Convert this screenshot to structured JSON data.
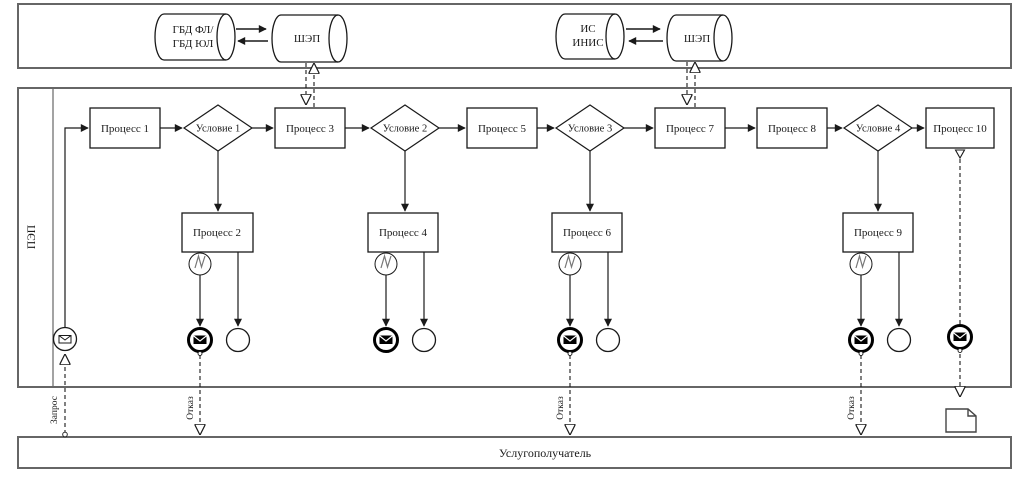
{
  "lanes": {
    "pep": {
      "label": "ПЭП"
    },
    "recipient": {
      "label": "Услугополучатель"
    }
  },
  "systems": {
    "gbd_line1": "ГБД ФЛ/",
    "gbd_line2": "ГБД ЮЛ",
    "shep_left": "ШЭП",
    "inis_line1": "ИС",
    "inis_line2": "ИНИС",
    "shep_right": "ШЭП"
  },
  "nodes": {
    "process1": "Процесс 1",
    "process2": "Процесс 2",
    "process3": "Процесс 3",
    "process4": "Процесс 4",
    "process5": "Процесс 5",
    "process6": "Процесс 6",
    "process7": "Процесс 7",
    "process8": "Процесс 8",
    "process9": "Процесс 9",
    "process10": "Процесс 10",
    "condition1": "Условие 1",
    "condition2": "Условие 2",
    "condition3": "Условие 3",
    "condition4": "Условие 4"
  },
  "flow_labels": {
    "request": "Запрос",
    "refusal1": "Отказ",
    "refusal2": "Отказ",
    "refusal3": "Отказ"
  },
  "colors": {
    "shape_stroke": "#1a1a1a",
    "lane_border": "#666666",
    "event_fill": "#000000",
    "zigzag": "#777777"
  }
}
